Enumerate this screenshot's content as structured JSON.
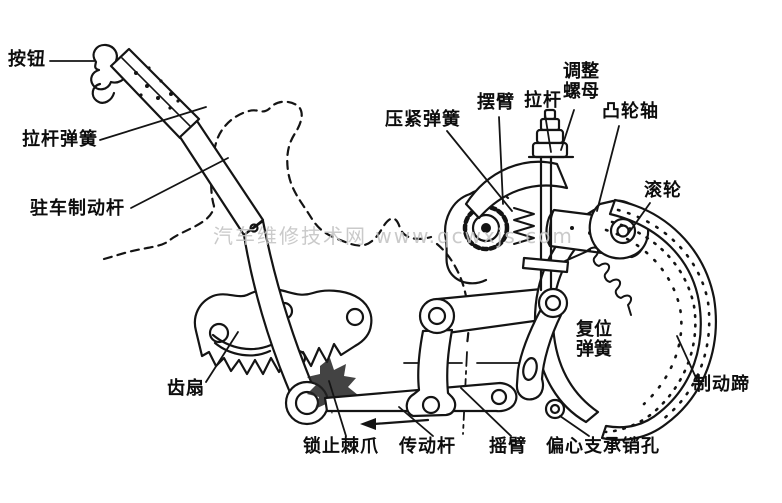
{
  "watermark": {
    "text": "汽车维修技术网 www.qcwxjs.com"
  },
  "labels": {
    "button": "按钮",
    "rod_spring": "拉杆弹簧",
    "parking_brake_lever": "驻车制动杆",
    "gear_sector": "齿扇",
    "locking_pawl": "锁止棘爪",
    "transmission_rod": "传动杆",
    "rocker_arm": "摇臂",
    "eccentric_pin_hole": "偏心支承销孔",
    "compression_spring": "压紧弹簧",
    "swing_arm": "摆臂",
    "pull_rod": "拉杆",
    "adjusting_nut": "调整螺母",
    "cam_shaft": "凸轮轴",
    "roller": "滚轮",
    "return_spring": "复位弹簧",
    "brake_shoe": "制动蹄"
  },
  "colors": {
    "line": "#141414",
    "watermark": "#c3c3c3",
    "background": "#ffffff"
  }
}
